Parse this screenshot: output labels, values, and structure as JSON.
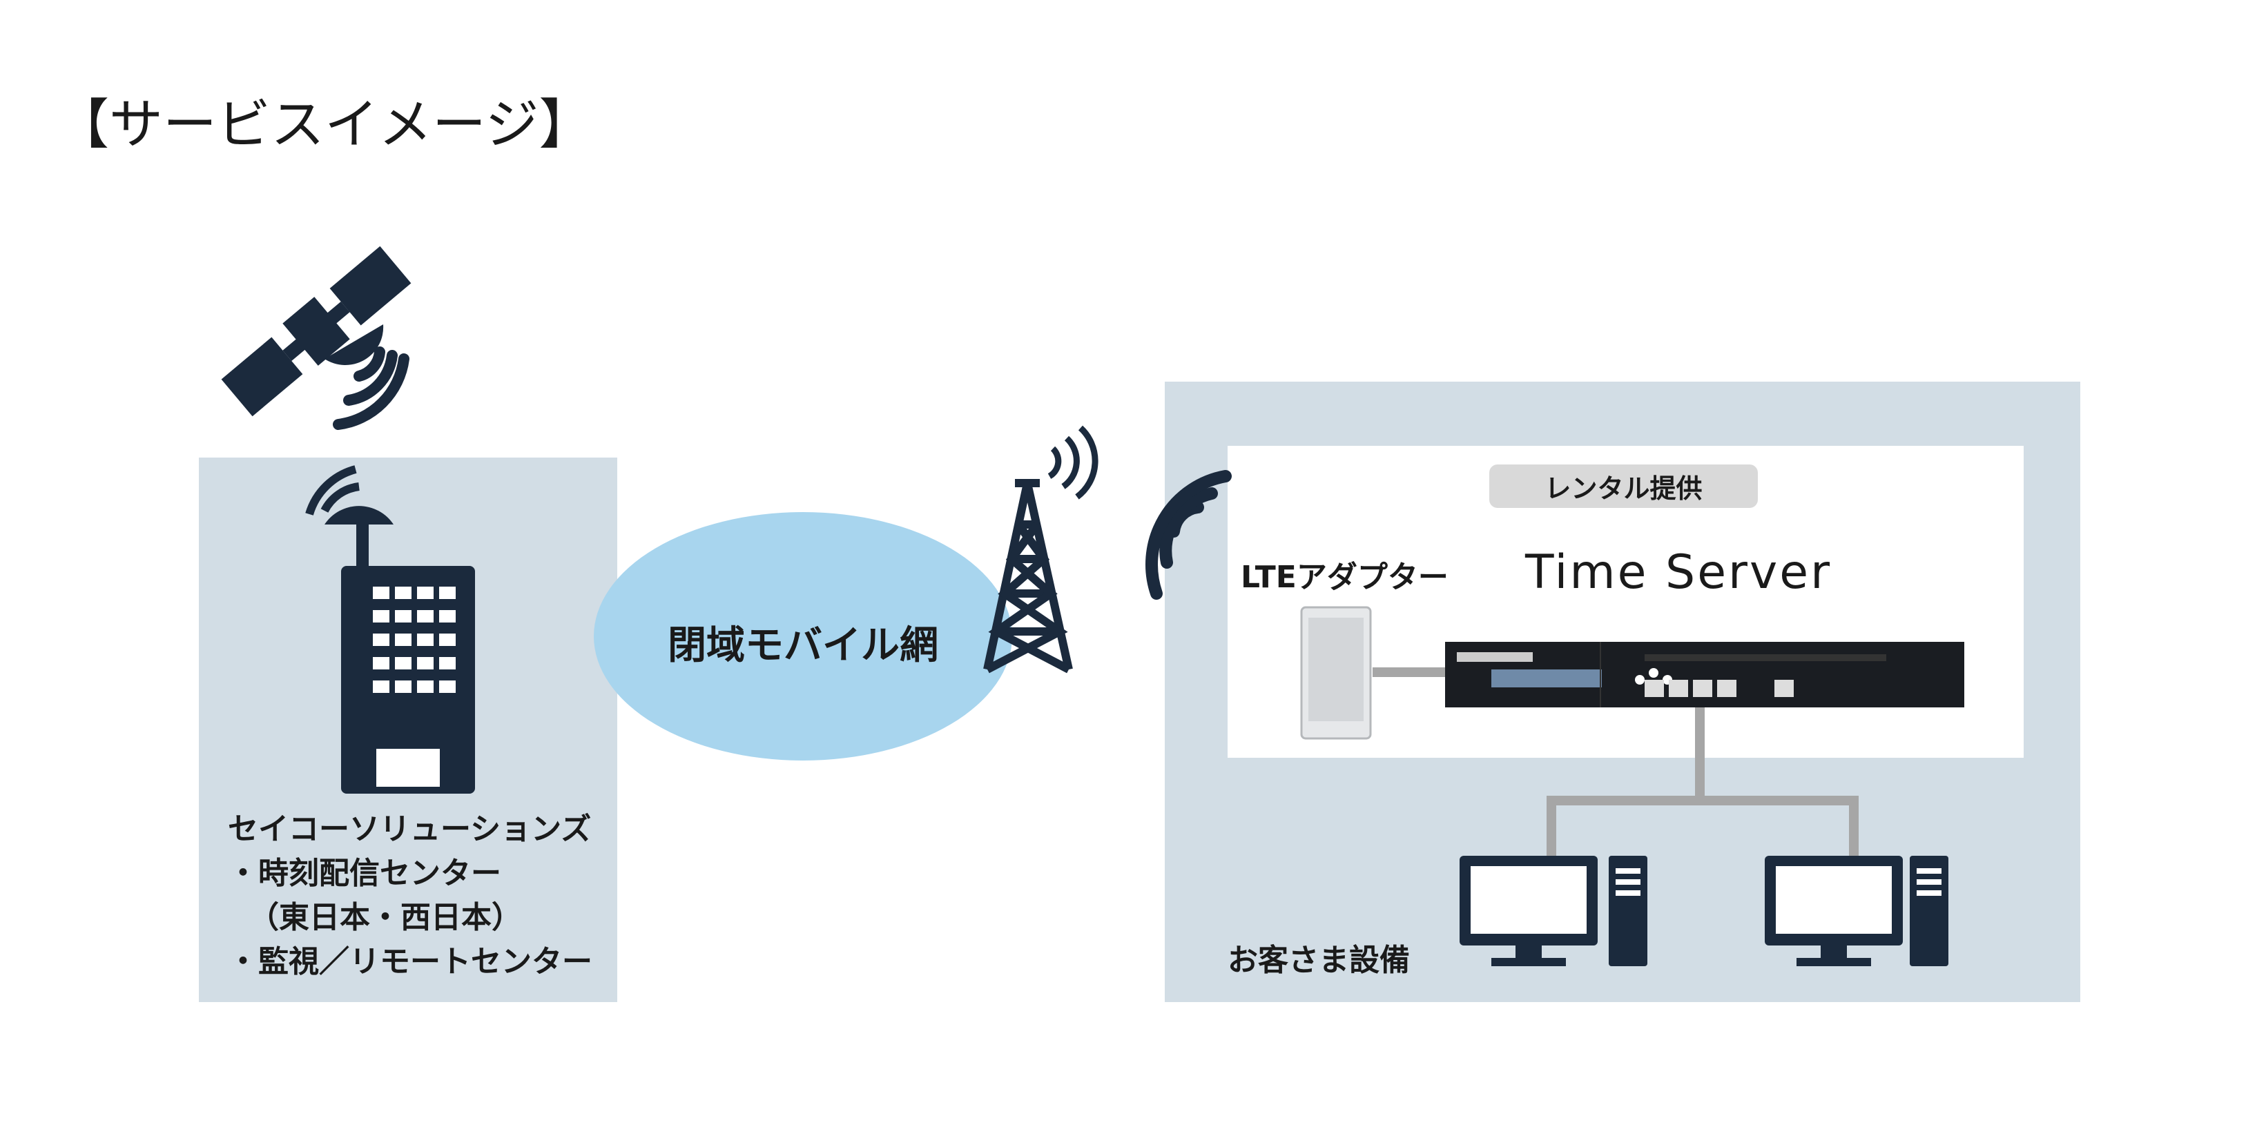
{
  "title": "【サービスイメージ】",
  "network_label": "閉域モバイル網",
  "left_box": {
    "company": "セイコーソリューションズ",
    "items": [
      "・時刻配信センター",
      "（東日本・西日本）",
      "・監視／リモートセンター"
    ]
  },
  "right_box": {
    "rental_label": "レンタル提供",
    "lte_label": "LTEアダプター",
    "server_label": "Time Server",
    "customer_label": "お客さま設備"
  },
  "colors": {
    "navy": "#1b2a3d",
    "panel": "#d2dde5",
    "cloud": "#a8d5ee",
    "line": "#a6a6a6"
  }
}
